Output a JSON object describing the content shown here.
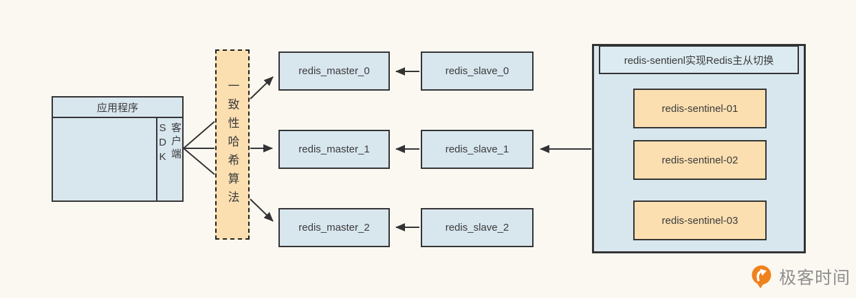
{
  "app": {
    "title": "应用程序",
    "sdk_label": "客户端SDK"
  },
  "hash": {
    "label": "一致性哈希算法"
  },
  "masters": [
    {
      "label": "redis_master_0"
    },
    {
      "label": "redis_master_1"
    },
    {
      "label": "redis_master_2"
    }
  ],
  "slaves": [
    {
      "label": "redis_slave_0"
    },
    {
      "label": "redis_slave_1"
    },
    {
      "label": "redis_slave_2"
    }
  ],
  "sentinel": {
    "title": "redis-sentienl实现Redis主从切换",
    "nodes": [
      {
        "label": "redis-sentinel-01"
      },
      {
        "label": "redis-sentinel-02"
      },
      {
        "label": "redis-sentinel-03"
      }
    ]
  },
  "logo": {
    "text": "极客时间"
  },
  "colors": {
    "background": "#fbf8f1",
    "node_blue": "#d8e6ee",
    "node_orange": "#fbdfb0",
    "line": "#333333",
    "logo_orange": "#f0821e",
    "logo_text_gray": "#8f8f8f"
  }
}
